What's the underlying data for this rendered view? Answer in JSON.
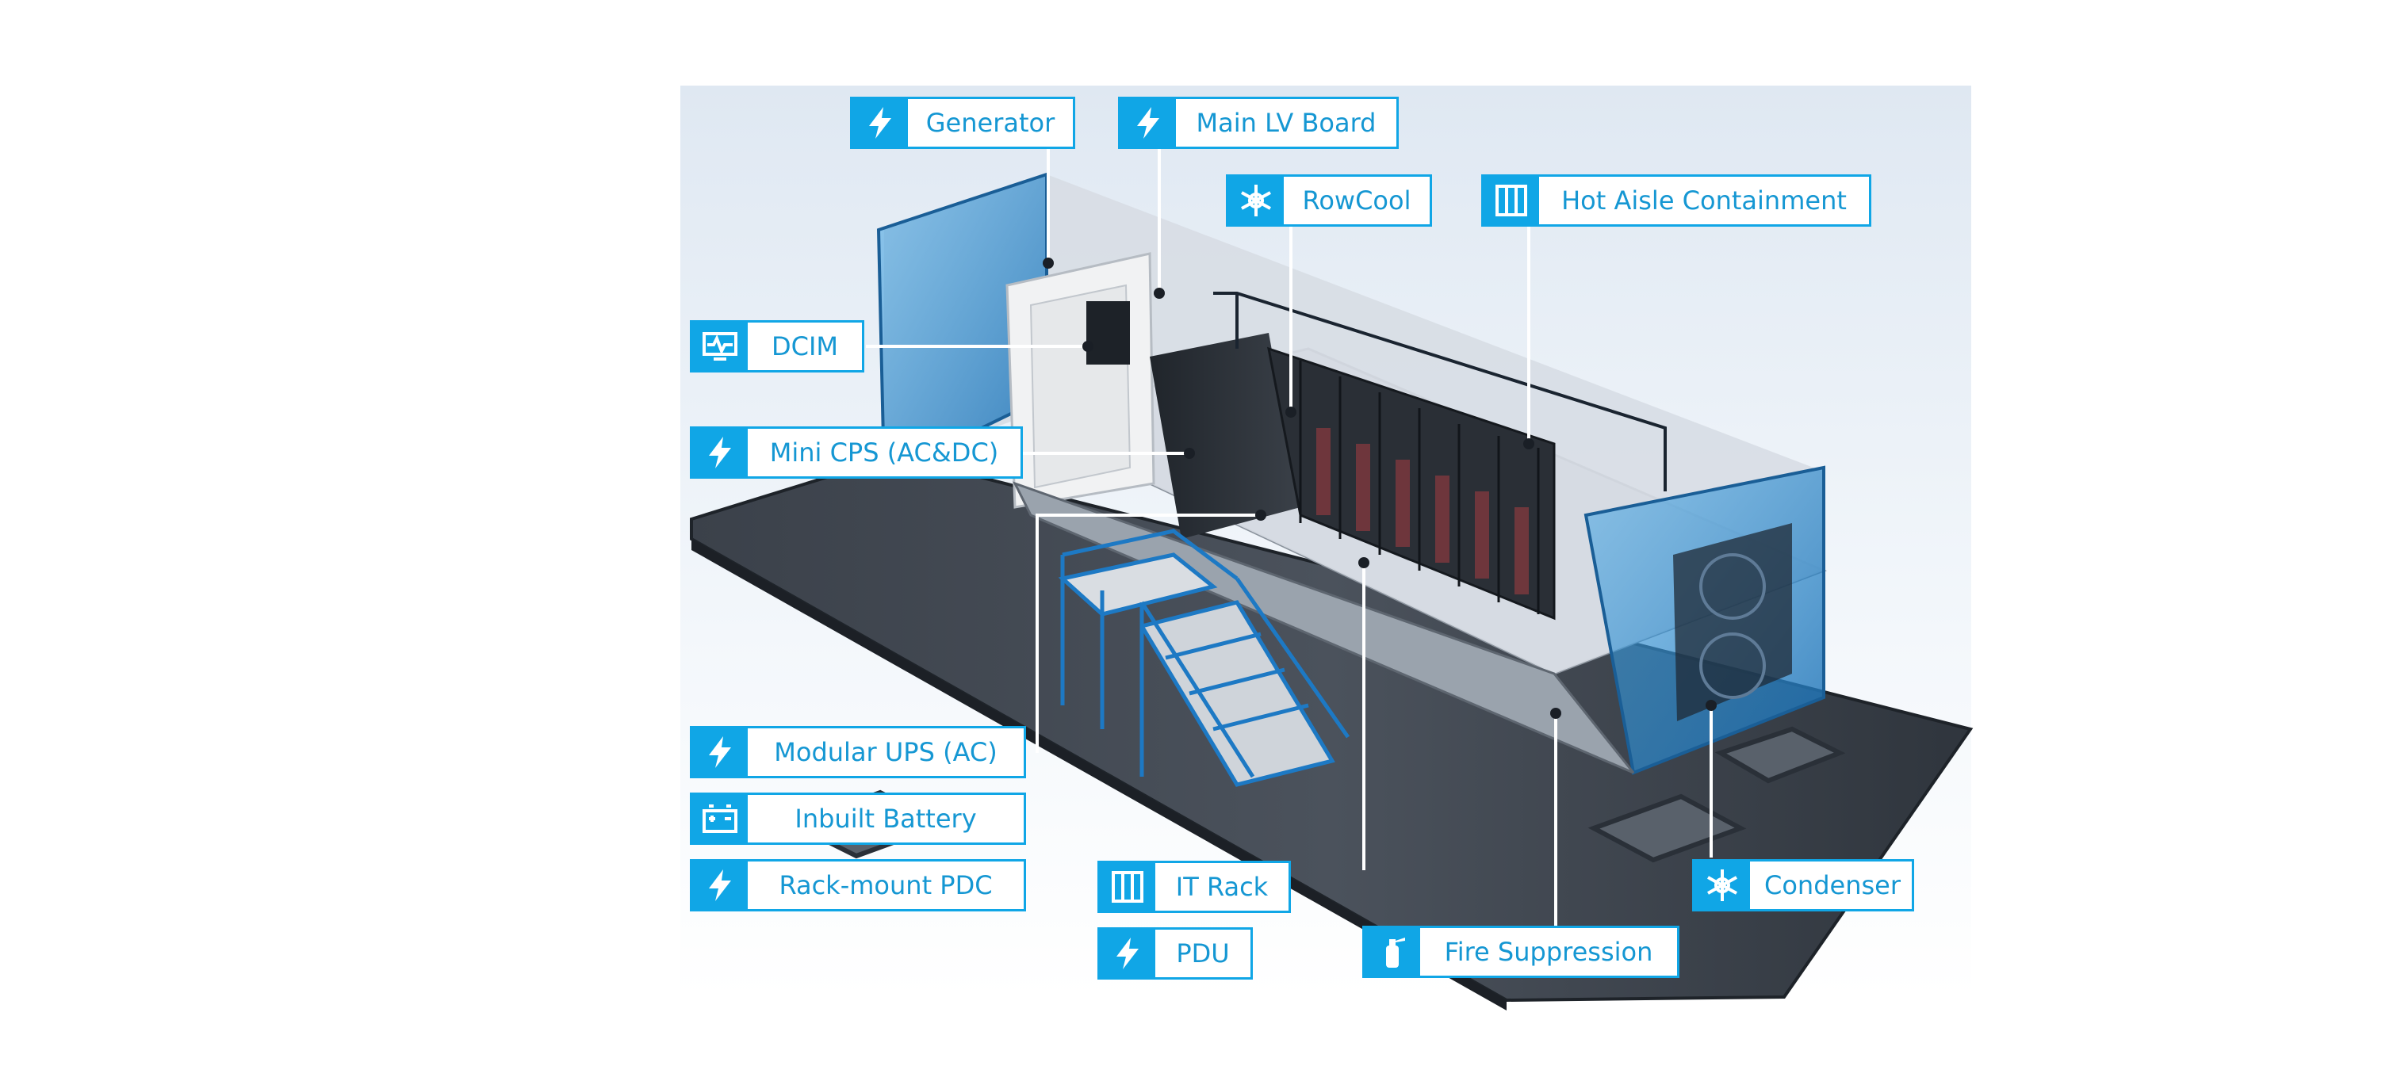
{
  "colors": {
    "accent": "#10a6e6",
    "label_text": "#1597d3",
    "leader_line": "#ffffff",
    "container_glass": "#1f7fc4",
    "floor": "#3a4049"
  },
  "labels": [
    {
      "id": "generator",
      "text": "Generator",
      "icon": "lightning-icon"
    },
    {
      "id": "main-lv-board",
      "text": "Main LV Board",
      "icon": "lightning-icon"
    },
    {
      "id": "rowcool",
      "text": "RowCool",
      "icon": "snowflake-icon"
    },
    {
      "id": "hot-aisle-containment",
      "text": "Hot Aisle Containment",
      "icon": "containment-icon"
    },
    {
      "id": "dcim",
      "text": "DCIM",
      "icon": "monitor-icon"
    },
    {
      "id": "mini-cps",
      "text": "Mini CPS (AC&DC)",
      "icon": "lightning-icon"
    },
    {
      "id": "modular-ups",
      "text": "Modular UPS (AC)",
      "icon": "lightning-icon"
    },
    {
      "id": "inbuilt-battery",
      "text": "Inbuilt Battery",
      "icon": "battery-icon"
    },
    {
      "id": "rack-mount-pdc",
      "text": "Rack-mount PDC",
      "icon": "lightning-icon"
    },
    {
      "id": "it-rack",
      "text": "IT Rack",
      "icon": "containment-icon"
    },
    {
      "id": "pdu",
      "text": "PDU",
      "icon": "lightning-icon"
    },
    {
      "id": "fire-suppression",
      "text": "Fire Suppression",
      "icon": "extinguisher-icon"
    },
    {
      "id": "condenser",
      "text": "Condenser",
      "icon": "snowflake-icon"
    }
  ]
}
